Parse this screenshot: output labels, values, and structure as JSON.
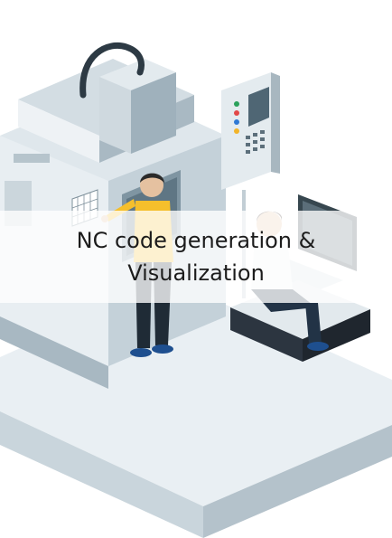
{
  "caption": {
    "line1": "NC code generation &",
    "line2": "Visualization"
  },
  "icons": [
    "cnc-machine-illustration",
    "operator-figure",
    "programmer-figure",
    "computer-monitor"
  ],
  "colors": {
    "platform_top": "#e7eef2",
    "platform_side": "#c5d2da",
    "machine_light": "#dde6eb",
    "machine_mid": "#b9c8d1",
    "machine_dark": "#8a9ca7",
    "shirt": "#f5bf2c",
    "pants": "#1f2b36",
    "shoes": "#1e4f8f",
    "band": "#ffffff"
  }
}
